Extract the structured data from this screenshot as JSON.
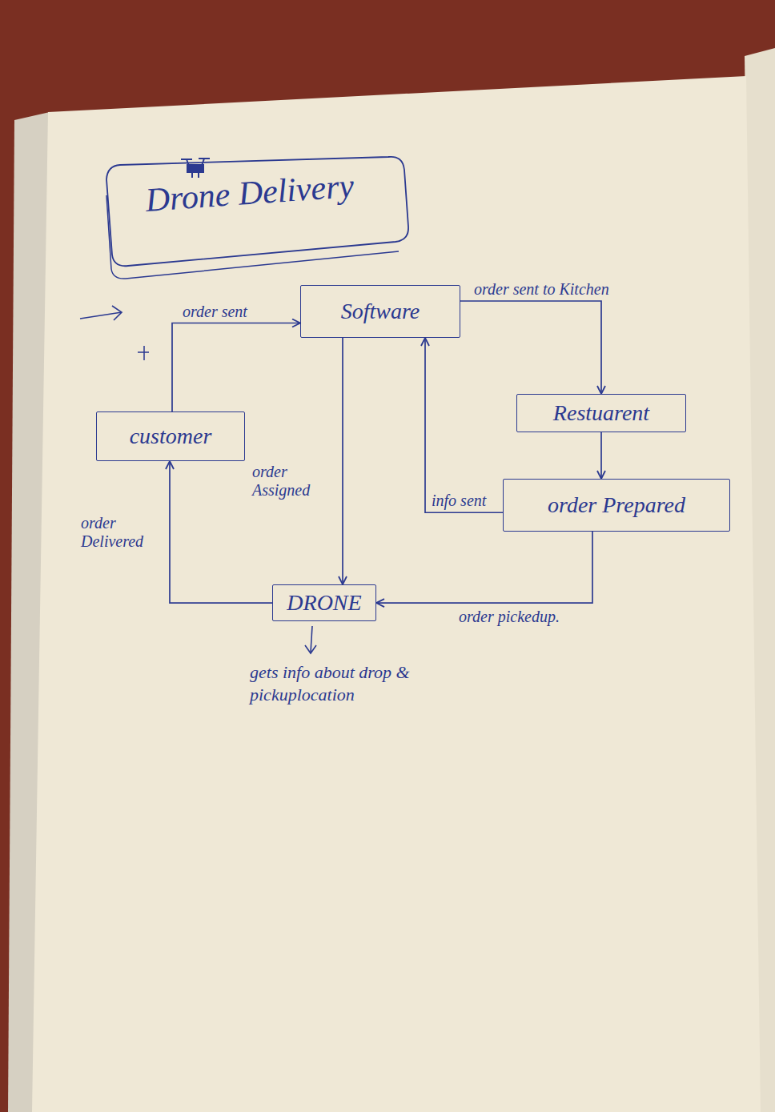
{
  "diagram": {
    "title": "Drone Delivery",
    "nodes": [
      {
        "text": [
          "Software"
        ]
      },
      {
        "text": [
          "Restuarent"
        ]
      },
      {
        "text": [
          "customer"
        ]
      },
      {
        "text": [
          "order Prepared"
        ]
      },
      {
        "text": [
          "DRONE"
        ]
      }
    ],
    "edges": [
      {
        "from": 2,
        "to": 0,
        "label": "order sent",
        "arrow": "to"
      },
      {
        "from": 0,
        "to": 1,
        "label": "order sent to Kitchen",
        "arrow": "to"
      },
      {
        "from": 1,
        "to": 3,
        "arrow": "to"
      },
      {
        "from": 3,
        "to": 0,
        "label": "info sent",
        "arrow": "to"
      },
      {
        "from": 0,
        "to": 4,
        "label": "order Assigned",
        "arrow": "to"
      },
      {
        "from": 3,
        "to": 4,
        "label": "order pickedup.",
        "arrow": "to"
      },
      {
        "from": 4,
        "to": 2,
        "label": "order Delivered",
        "arrow": "to"
      }
    ],
    "labels": [
      "gets info about drop & pickuplocation"
    ]
  }
}
